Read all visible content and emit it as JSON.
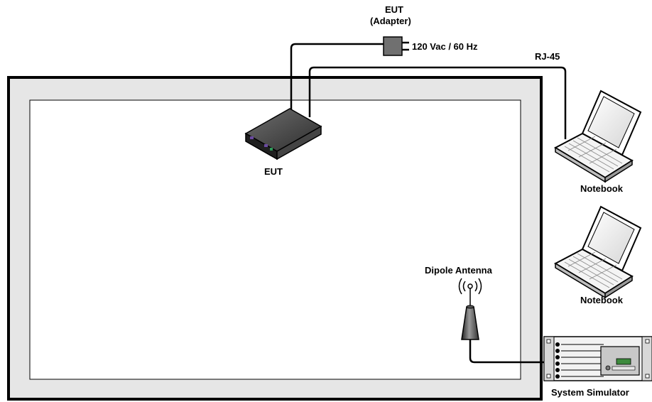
{
  "diagram": {
    "labels": {
      "eut_adapter_line1": "EUT",
      "eut_adapter_line2": "(Adapter)",
      "power": "120 Vac / 60 Hz",
      "rj45": "RJ-45",
      "eut": "EUT",
      "notebook_1": "Notebook",
      "notebook_2": "Notebook",
      "dipole_antenna": "Dipole Antenna",
      "system_simulator": "System Simulator"
    },
    "colors": {
      "chamber_frame": "#e6e6e6",
      "chamber_border": "#000000",
      "cable": "#000000",
      "device_body": "#3a3a3a",
      "adapter_body": "#707070"
    },
    "icons": [
      "eut-device-icon",
      "adapter-icon",
      "notebook-icon",
      "dipole-antenna-icon",
      "system-simulator-icon",
      "rf-signal-icon"
    ]
  }
}
